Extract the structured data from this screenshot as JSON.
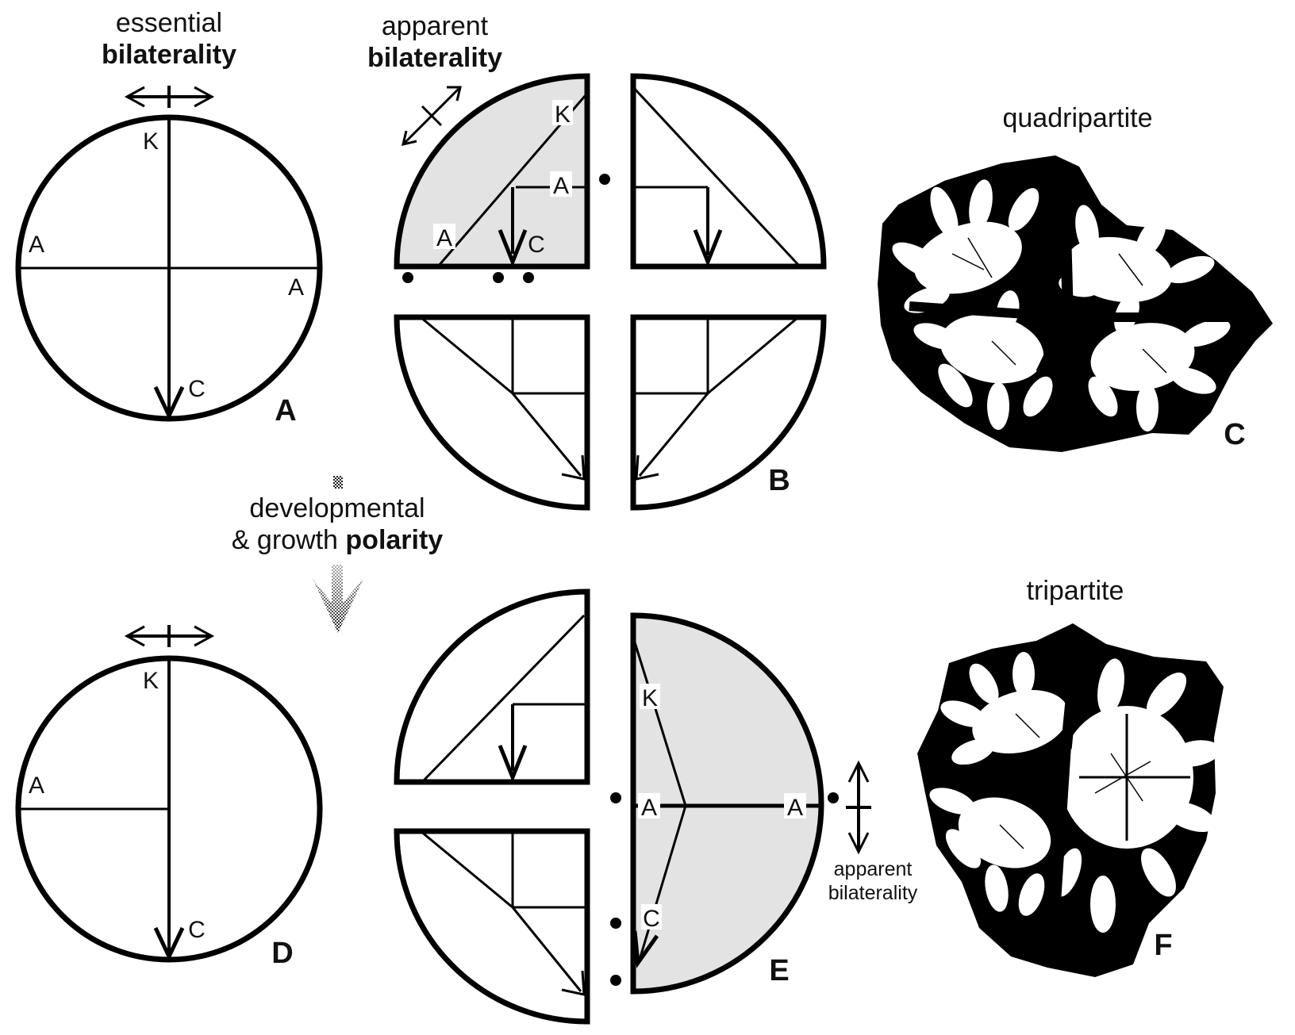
{
  "labels": {
    "essential": "essential",
    "bilaterality_top_left": "bilaterality",
    "apparent": "apparent",
    "bilaterality_top_mid": "bilaterality",
    "developmental": "developmental",
    "growth_prefix": "& growth ",
    "polarity": "polarity",
    "quadripartite": "quadripartite",
    "tripartite": "tripartite",
    "apparent_small": "apparent",
    "bilaterality_small": "bilaterality"
  },
  "letters": {
    "K": "K",
    "A": "A",
    "C": "C"
  },
  "panels": {
    "a": "A",
    "b": "B",
    "c": "C",
    "d": "D",
    "e": "E",
    "f": "F"
  }
}
